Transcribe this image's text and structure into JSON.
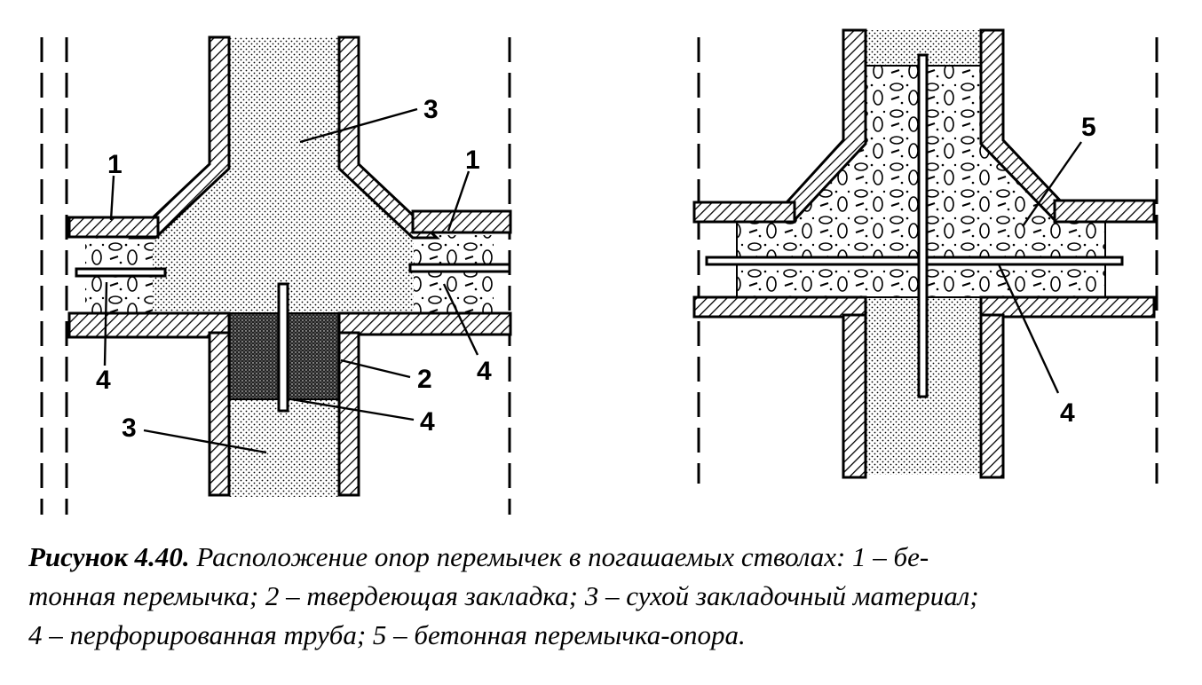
{
  "figure": {
    "left_labels": {
      "l1_left": "1",
      "l1_right": "1",
      "l2": "2",
      "l3_top": "3",
      "l3_bottom": "3",
      "l4_left": "4",
      "l4_right": "4",
      "l4_center": "4"
    },
    "right_labels": {
      "l5": "5",
      "l4": "4"
    }
  },
  "caption": {
    "title": "Рисунок 4.40.",
    "line1": "Расположение опор перемычек в погашаемых стволах: 1 – бе-",
    "line2": "тонная перемычка; 2 – твердеющая закладка; 3 – сухой закладочный материал;",
    "line3": "4 – перфорированная труба; 5 – бетонная перемычка-опора."
  }
}
